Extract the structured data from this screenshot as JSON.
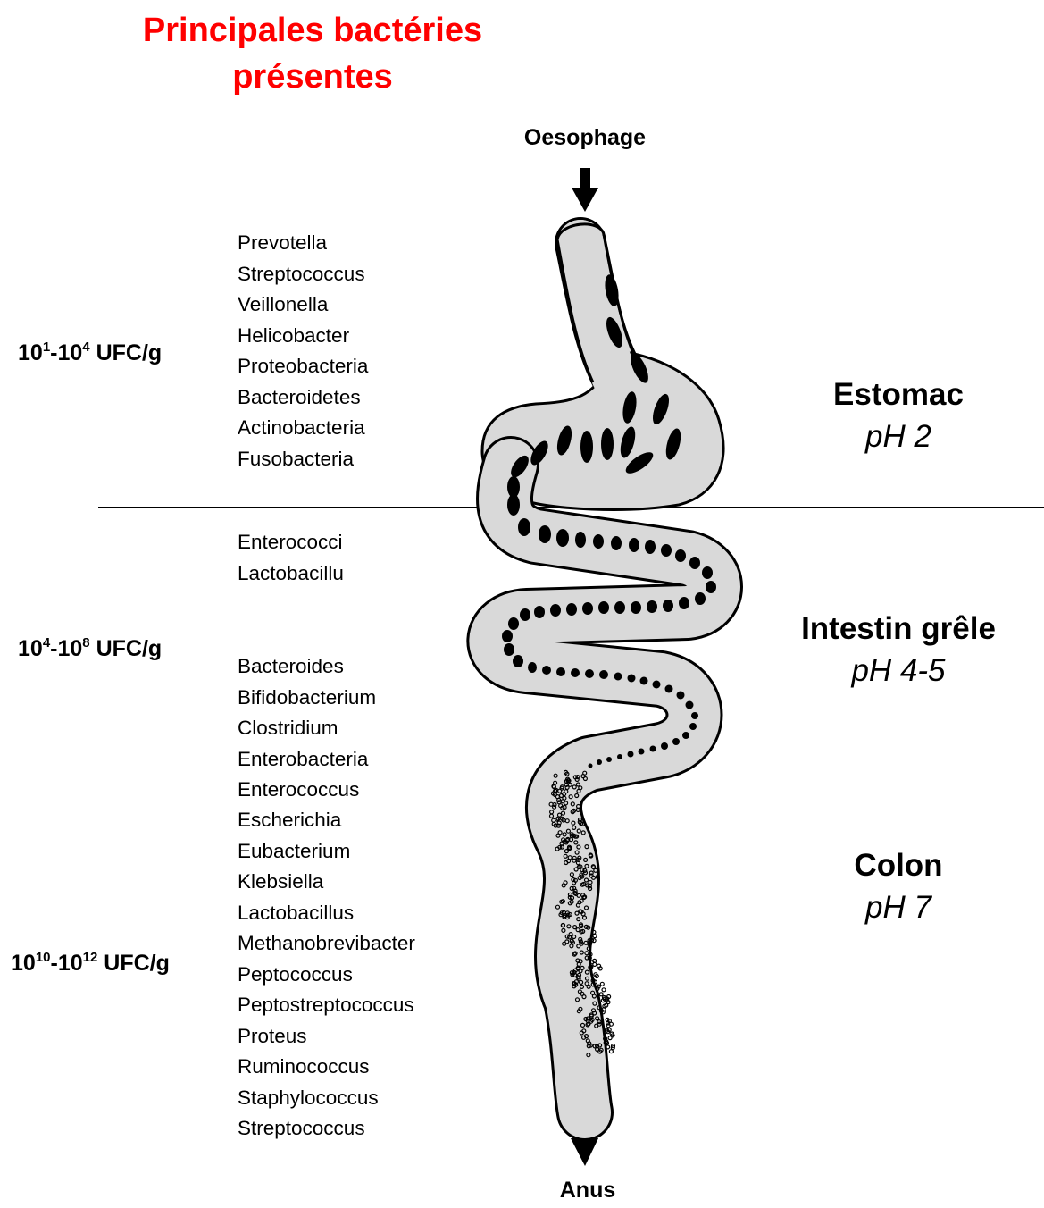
{
  "title": {
    "line1": "Principales bactéries",
    "line2": "présentes"
  },
  "labels": {
    "top": "Oesophage",
    "bottom": "Anus"
  },
  "regions": [
    {
      "name": "Estomac",
      "ph": "pH 2"
    },
    {
      "name": "Intestin grêle",
      "ph": "pH 4-5"
    },
    {
      "name": "Colon",
      "ph": "pH 7"
    }
  ],
  "counts": [
    {
      "a": "10",
      "a_exp": "1",
      "b": "10",
      "b_exp": "4",
      "unit": " UFC/g"
    },
    {
      "a": "10",
      "a_exp": "4",
      "b": "10",
      "b_exp": "8",
      "unit": " UFC/g"
    },
    {
      "a": "10",
      "a_exp": "10",
      "b": "10",
      "b_exp": "12",
      "unit": " UFC/g"
    }
  ],
  "bacteria": {
    "stomach": [
      "Prevotella",
      "Streptococcus",
      "Veillonella",
      "Helicobacter",
      "Proteobacteria",
      "Bacteroidetes",
      "Actinobacteria",
      "Fusobacteria"
    ],
    "small_intestine_a": [
      "Enterococci",
      "Lactobacillu"
    ],
    "small_intestine_b": [
      "Bacteroides",
      "Bifidobacterium",
      "Clostridium",
      "Enterobacteria",
      "Enterococcus"
    ],
    "colon": [
      "Escherichia",
      "Eubacterium",
      "Klebsiella",
      "Lactobacillus",
      "Methanobrevibacter",
      "Peptococcus",
      "Peptostreptococcus",
      "Proteus",
      "Ruminococcus",
      "Staphylococcus",
      "Streptococcus"
    ]
  },
  "colors": {
    "title": "#ff0000",
    "gut_fill": "#d9d9d9",
    "outline": "#000000"
  },
  "icons": {
    "top_arrow": "arrow-down-icon",
    "bottom_arrow": "arrow-down-icon"
  }
}
